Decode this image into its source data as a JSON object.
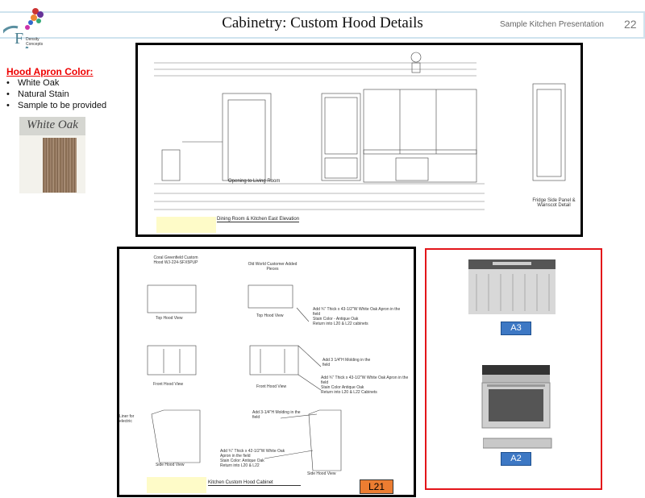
{
  "header": {
    "title": "Cabinetry: Custom Hood Details",
    "subtitle": "Sample Kitchen Presentation",
    "page": "22",
    "logo_text": "Density Concepts"
  },
  "apron": {
    "heading": "Hood Apron Color:",
    "items": [
      "White Oak",
      "Natural Stain",
      "Sample to be provided"
    ],
    "swatch_label": "White Oak"
  },
  "elevation": {
    "caption": "Dining Room & Kitchen East Elevation",
    "opening": "Opening to Living Room",
    "side_detail": "Fridge Side Panel & Wainscot Detail"
  },
  "hood_drawing": {
    "caption": "Kitchen Custom Hood Cabinet",
    "tag": "L21",
    "views": {
      "top_left_title": "Coral Greenfield Custom Hood WJ-224-SFX5PUP",
      "top_right_title": "Old World Customer Added Pieces",
      "top": "Top Hood View",
      "front": "Front Hood View",
      "side": "Side Hood View"
    },
    "notes": {
      "apron1": [
        "Add ¾\" Thick x 43-1/2\"W White Oak Apron in the field",
        "Stain Color - Antique Oak",
        "Return into L20 & L22 cabinets"
      ],
      "molding1": "Add 3 1/4\"H Molding in the field",
      "apron2": [
        "Add ¾\" Thick x 43-1/2\"W White Oak Apron in the field",
        "Stain Color Antique Oak",
        "Return into L20 & L22 Cabinets"
      ],
      "molding2": "Add 3-1/4\"H Molding in the field",
      "apron3": [
        "Add ¾\" Thick x 42-1/2\"W White Oak Apron in the field",
        "Stain Color: Antique Oak",
        "Return into L20 & L22"
      ],
      "side_note": "Liner for electric"
    }
  },
  "appliances": {
    "hood_tag": "A3",
    "range_tag": "A2"
  },
  "colors": {
    "tag_blue": "#3d78c4",
    "red_border": "#e3151a",
    "l21_orange": "#ec7d31",
    "caption_yellow": "#fefbc8"
  }
}
